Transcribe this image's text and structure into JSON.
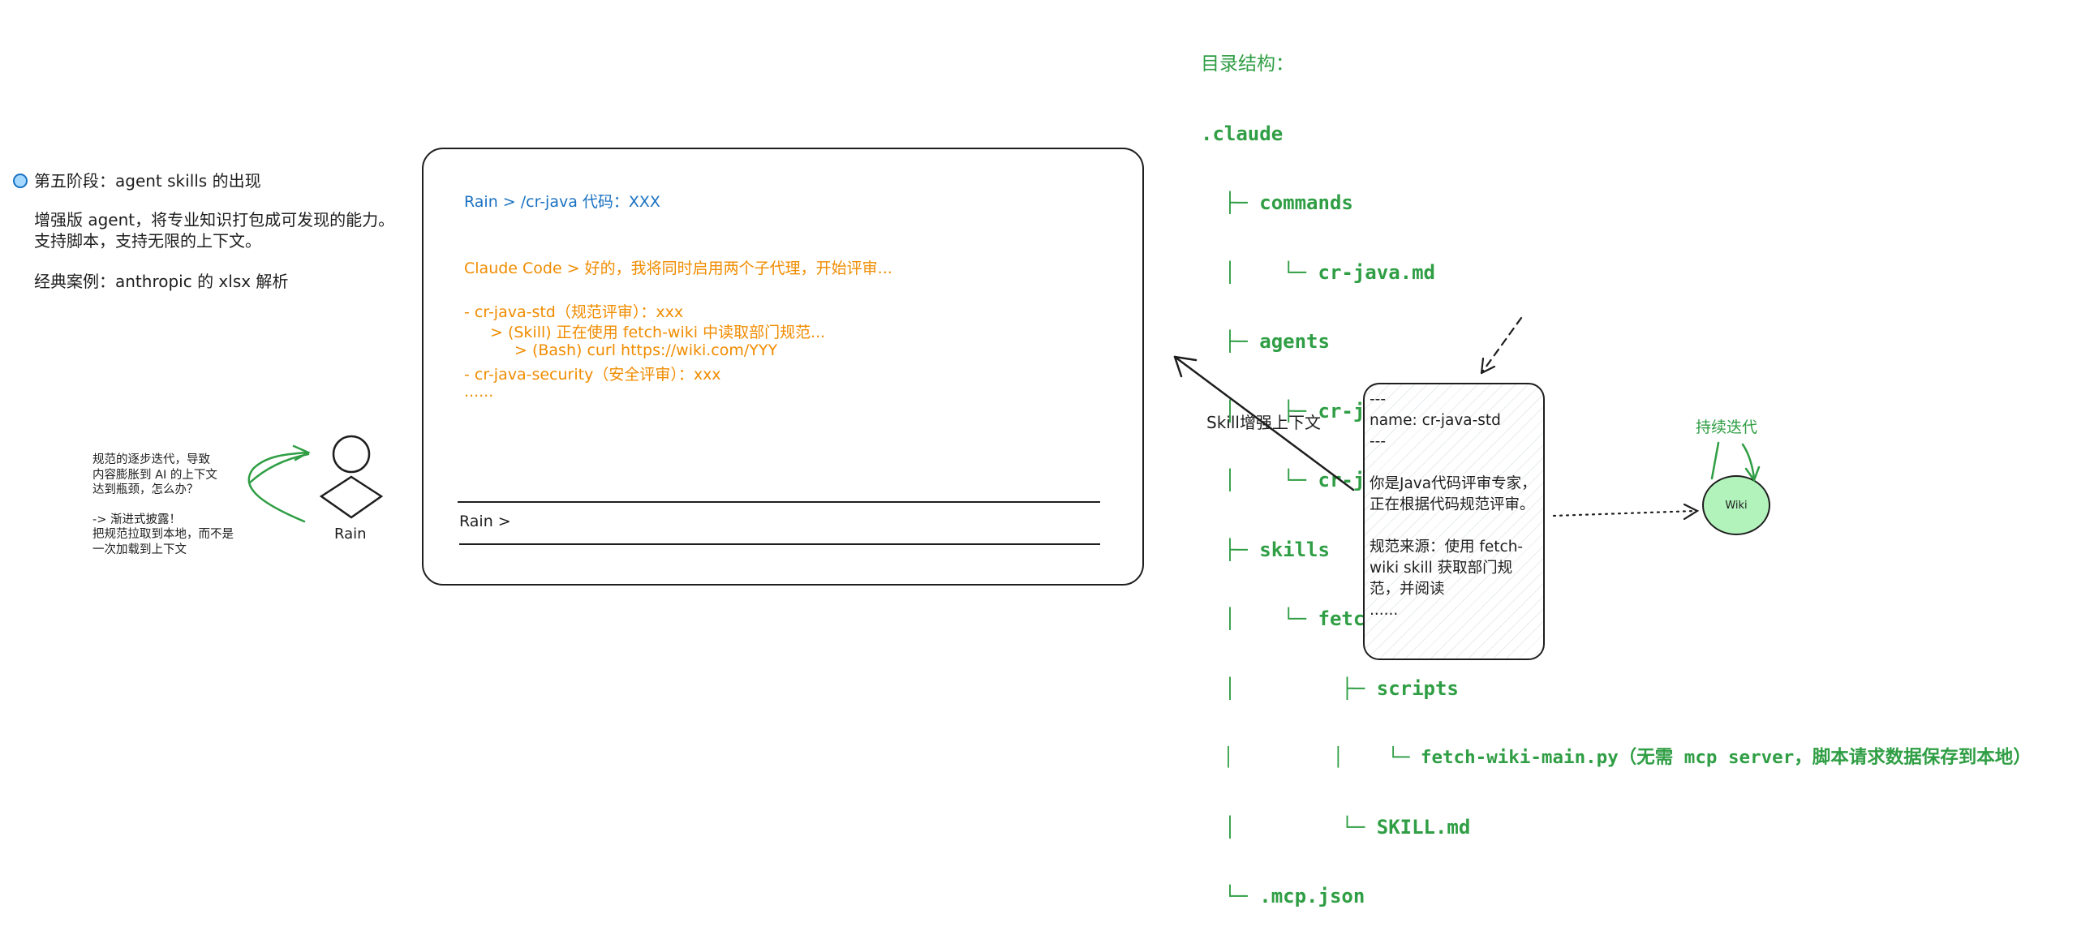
{
  "stage": {
    "title": "第五阶段：agent skills 的出现",
    "line1": "增强版 agent，将专业知识打包成可发现的能力。",
    "line2": "支持脚本，支持无限的上下文。",
    "line3": "经典案例：anthropic 的 xlsx 解析"
  },
  "note": {
    "lines": [
      "规范的逐步迭代，导致",
      "内容膨胀到 AI 的上下文",
      "达到瓶颈，怎么办？",
      "",
      "-> 渐进式披露！",
      "把规范拉取到本地，而不是",
      "一次加载到上下文"
    ]
  },
  "person": {
    "name": "Rain"
  },
  "terminal": {
    "cmd": "Rain > /cr-java 代码：XXX",
    "reply": "Claude Code > 好的，我将同时启用两个子代理，开始评审...",
    "agent1": "- cr-java-std（规范评审）：xxx",
    "skill_call": "> (Skill) 正在使用 fetch-wiki 中读取部门规范...",
    "bash_call": "> (Bash) curl https://wiki.com/YYY",
    "agent2": "- cr-java-security（安全评审）：xxx",
    "more": "......",
    "prompt": "Rain >"
  },
  "arrow_label": "Skill增强上下文",
  "tree": {
    "title": "目录结构：",
    "lines": [
      ".claude",
      "  ├─ commands",
      "  │    └─ cr-java.md",
      "  ├─ agents",
      "  │    ├─ cr-java-std.md",
      "  │    └─ cr-java-security.md",
      "  ├─ skills",
      "  │    └─ fetch-wiki",
      "  │         ├─ scripts",
      "  │         │    └─ fetch-wiki-main.py（无需 mcp server，脚本请求数据保存到本地）",
      "  │         └─ SKILL.md",
      "  └─ .mcp.json"
    ]
  },
  "card": {
    "lines": [
      "---",
      "name: cr-java-std",
      "---",
      "",
      "你是Java代码评审专家，正在根据代码规范评审。",
      "",
      "规范来源：使用 fetch-wiki skill 获取部门规范，并阅读",
      "......"
    ]
  },
  "wiki": {
    "label": "Wiki",
    "loop_label": "持续迭代"
  },
  "colors": {
    "green": "#2f9e44",
    "orange": "#f08c00",
    "blue": "#1971c2",
    "wiki_fill": "#b2f2bb",
    "dot_fill": "#a5d8ff"
  }
}
